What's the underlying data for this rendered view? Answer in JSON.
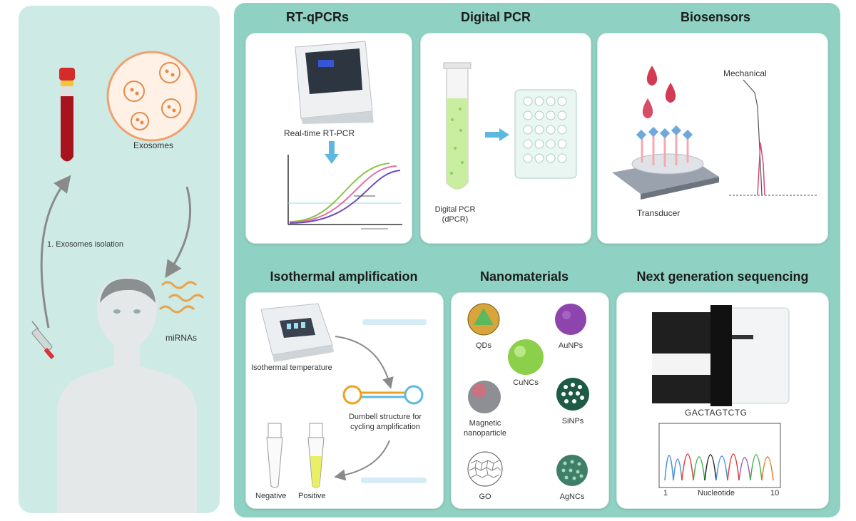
{
  "left": {
    "exosomes_label": "Exosomes",
    "isolation_label": "1. Exosomes isolation",
    "mirnas_label": "miRNAs"
  },
  "sections": {
    "rtqpcr": {
      "title": "RT-qPCRs",
      "instrument_label": "Real-time RT-PCR"
    },
    "dpcr": {
      "title": "Digital PCR",
      "tube_label_line1": "Digital PCR",
      "tube_label_line2": "(dPCR)"
    },
    "biosensors": {
      "title": "Biosensors",
      "signal_label": "Mechanical",
      "transducer_label": "Transducer"
    },
    "isothermal": {
      "title": "Isothermal amplification",
      "temperature_label": "Isothermal temperature",
      "dumbbell_line1": "Dumbell structure for",
      "dumbbell_line2": "cycling amplification",
      "negative_label": "Negative",
      "positive_label": "Positive"
    },
    "nanomaterials": {
      "title": "Nanomaterials",
      "items": [
        "QDs",
        "AuNPs",
        "CuNCs",
        "Magnetic nanoparticle",
        "SiNPs",
        "GO",
        "AgNCs"
      ]
    },
    "ngs": {
      "title": "Next generation sequencing",
      "sequence": "GACTAGTCTG",
      "axis_start": "1",
      "axis_label": "Nucleotide",
      "axis_end": "10"
    }
  },
  "colors": {
    "panel_left": "#cdeae4",
    "panel_right": "#8fd1c3",
    "arrow": "#8a8a8a",
    "accent_blue": "#5cb8e0",
    "blood_red": "#b01e2a"
  }
}
